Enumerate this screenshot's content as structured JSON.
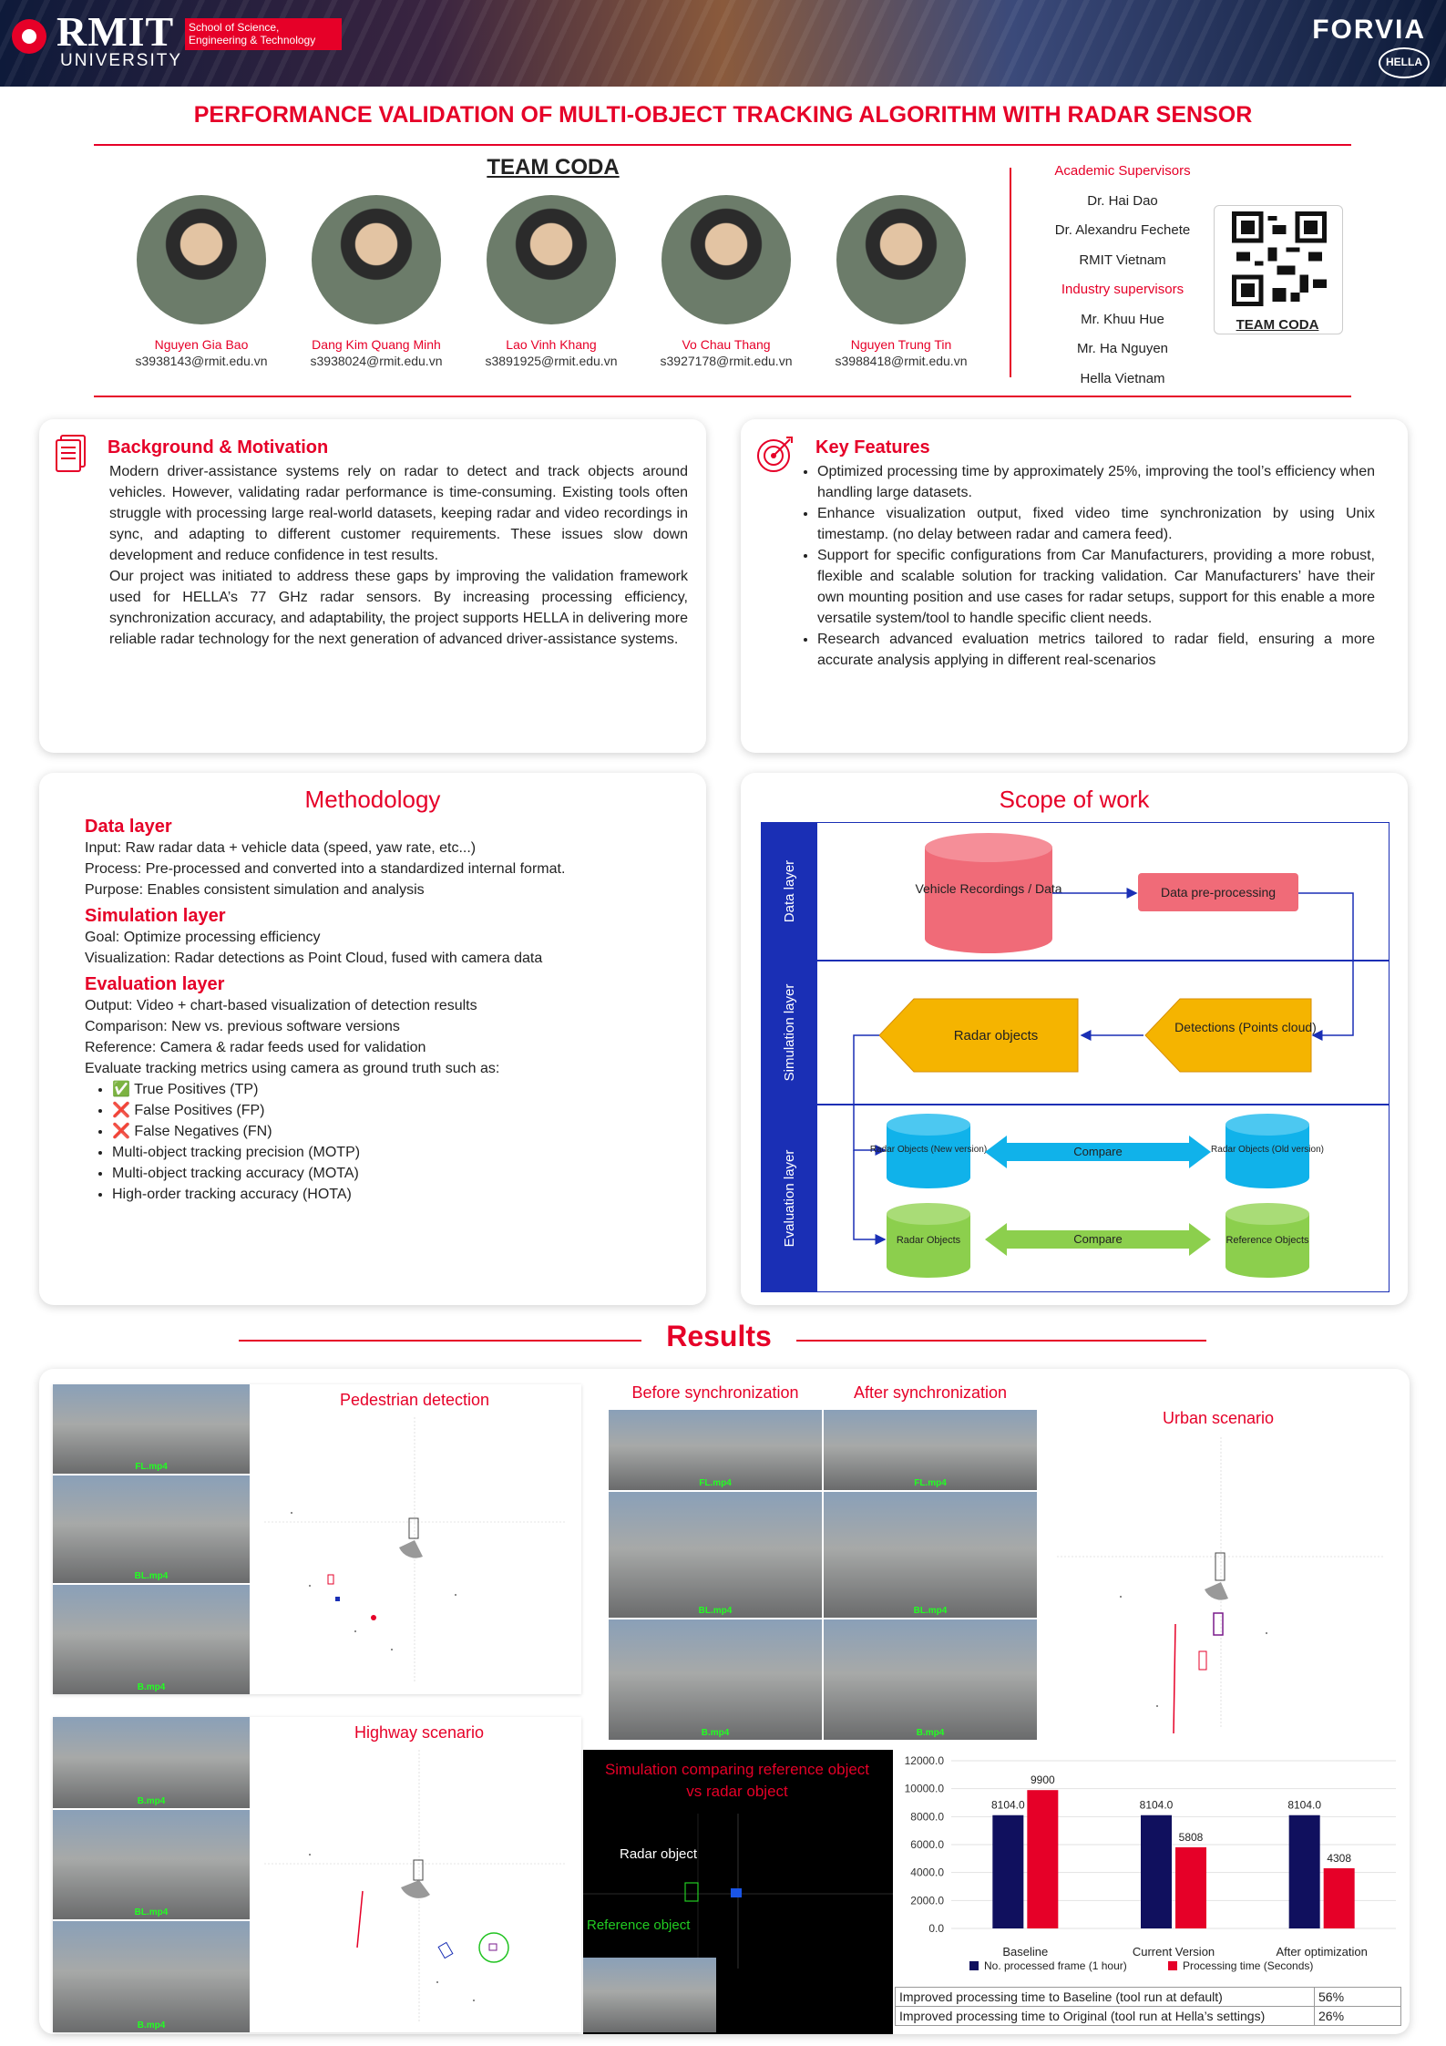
{
  "header": {
    "university": "RMIT",
    "university_sub": "UNIVERSITY",
    "school": "School of Science, Engineering & Technology",
    "partner": "FORVIA",
    "partner_sub": "HELLA"
  },
  "title": "PERFORMANCE VALIDATION OF MULTI-OBJECT TRACKING ALGORITHM WITH RADAR SENSOR",
  "team": {
    "name": "TEAM CODA",
    "members": [
      {
        "name": "Nguyen Gia Bao",
        "email": "s3938143@rmit.edu.vn"
      },
      {
        "name": "Dang Kim Quang Minh",
        "email": "s3938024@rmit.edu.vn"
      },
      {
        "name": "Lao Vinh Khang",
        "email": "s3891925@rmit.edu.vn"
      },
      {
        "name": "Vo Chau Thang",
        "email": "s3927178@rmit.edu.vn"
      },
      {
        "name": "Nguyen Trung Tin",
        "email": "s3988418@rmit.edu.vn"
      }
    ]
  },
  "supervisors": {
    "academic_heading": "Academic Supervisors",
    "academic": [
      "Dr. Hai Dao",
      "Dr. Alexandru Fechete",
      "RMIT Vietnam"
    ],
    "industry_heading": "Industry supervisors",
    "industry": [
      "Mr. Khuu Hue",
      "Mr. Ha Nguyen",
      "Hella Vietnam"
    ],
    "qr_label": "TEAM CODA"
  },
  "background": {
    "title": "Background & Motivation",
    "p1": "Modern driver-assistance systems rely on radar to detect and track objects around vehicles. However, validating radar performance is time-consuming. Existing tools often struggle with processing large real-world datasets, keeping radar and video recordings in sync, and adapting to different customer requirements. These issues slow down development and reduce confidence in test results.",
    "p2": "Our project was initiated to address these gaps by improving the validation framework used for HELLA’s 77 GHz radar sensors. By increasing processing efficiency, synchronization accuracy, and adaptability, the project supports HELLA in delivering more reliable radar technology for the next generation of advanced driver-assistance systems."
  },
  "features": {
    "title": "Key Features",
    "items": [
      "Optimized processing time by approximately 25%, improving the tool’s efficiency when handling large datasets.",
      "Enhance visualization output, fixed video time synchronization by using Unix timestamp. (no delay between radar and camera feed).",
      "Support for specific configurations from Car Manufacturers, providing a more robust, flexible and scalable solution for tracking validation. Car Manufacturers’ have their own mounting position and use cases for radar setups, support for this enable a more versatile system/tool to handle specific client needs.",
      "Research advanced evaluation metrics tailored to radar field, ensuring a more accurate analysis applying in different real-scenarios"
    ]
  },
  "methodology": {
    "title": "Methodology",
    "data_layer": {
      "heading": "Data layer",
      "lines": [
        "Input: Raw radar data + vehicle data (speed, yaw rate, etc...)",
        "Process: Pre-processed and converted into a standardized internal format.",
        "Purpose: Enables consistent simulation and analysis"
      ]
    },
    "simulation_layer": {
      "heading": "Simulation layer",
      "lines": [
        "Goal: Optimize processing efficiency",
        "Visualization: Radar detections as Point Cloud, fused with camera data"
      ]
    },
    "evaluation_layer": {
      "heading": "Evaluation layer",
      "lines": [
        "Output: Video + chart-based visualization of detection results",
        "Comparison: New vs. previous software versions",
        "Reference: Camera & radar feeds used for validation",
        "Evaluate tracking metrics using camera as ground truth such as:"
      ],
      "metrics": [
        "✅ True Positives (TP)",
        "❌ False Positives (FP)",
        "❌ False Negatives (FN)",
        "Multi-object tracking precision (MOTP)",
        "Multi-object tracking accuracy (MOTA)",
        "High-order tracking accuracy (HOTA)"
      ]
    }
  },
  "scope": {
    "title": "Scope of work",
    "lanes": [
      "Data layer",
      "Simulation layer",
      "Evaluation layer"
    ],
    "vehicle_db": "Vehicle Recordings / Data",
    "preprocess": "Data pre-processing",
    "radar_objects": "Radar objects",
    "detections": "Detections (Points cloud)",
    "radar_new": "Radar Objects (New version)",
    "radar_old": "Radar Objects (Old version)",
    "radar_obj": "Radar Objects",
    "reference_obj": "Reference Objects",
    "compare": "Compare",
    "colors": {
      "lane": "#1a2fb5",
      "db": "#f06b78",
      "arrow": "#f5b400",
      "cyl_blue": "#10b2ea",
      "cyl_green": "#8ccf4d"
    }
  },
  "results": {
    "title": "Results",
    "pedestrian": "Pedestrian detection",
    "before_sync": "Before synchronization",
    "after_sync": "After synchronization",
    "urban": "Urban scenario",
    "highway": "Highway scenario",
    "sim_compare": "Simulation comparing reference object vs radar object",
    "radar_object": "Radar object",
    "reference_object": "Reference object",
    "cam_tags": {
      "fl": "FL.mp4",
      "bl": "BL.mp4",
      "b": "B.mp4"
    },
    "table": [
      [
        "Improved processing time to Baseline (tool run at default)",
        "56%"
      ],
      [
        "Improved processing time to Original (tool run at Hella’s settings)",
        "26%"
      ]
    ]
  },
  "chart_data": {
    "type": "bar",
    "categories": [
      "Baseline",
      "Current Version",
      "After optimization"
    ],
    "series": [
      {
        "name": "No. processed frame (1 hour)",
        "color": "#10105e",
        "values": [
          8104.0,
          8104.0,
          8104.0
        ],
        "labels": [
          "8104.0",
          "8104.0",
          "8104.0"
        ]
      },
      {
        "name": "Processing time (Seconds)",
        "color": "#e60028",
        "values": [
          9900,
          5808,
          4308
        ],
        "labels": [
          "9900",
          "5808",
          "4308"
        ]
      }
    ],
    "ylim": [
      0,
      12000
    ],
    "yticks": [
      "0.0",
      "2000.0",
      "4000.0",
      "6000.0",
      "8000.0",
      "10000.0",
      "12000.0"
    ],
    "legend": "bottom"
  }
}
